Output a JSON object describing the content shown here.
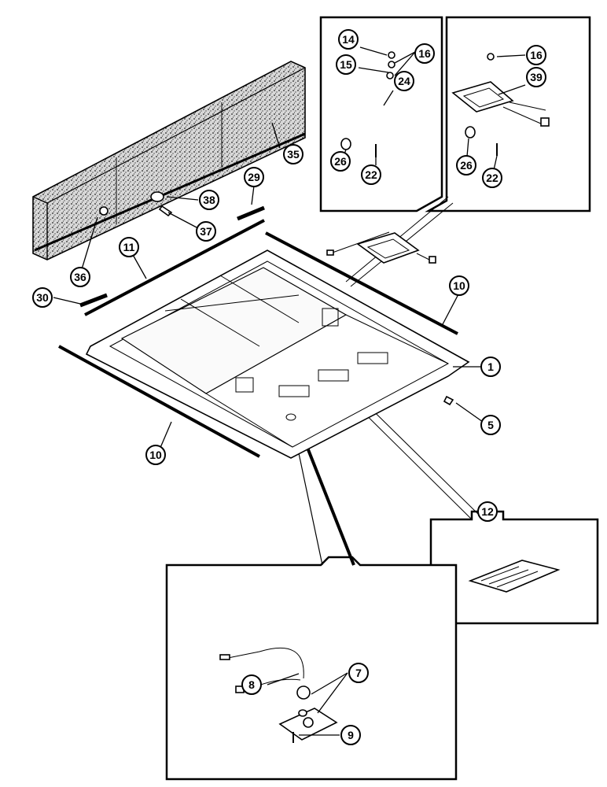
{
  "callouts": [
    {
      "id": "c14",
      "label": "14"
    },
    {
      "id": "c16a",
      "label": "16"
    },
    {
      "id": "c15",
      "label": "15"
    },
    {
      "id": "c24",
      "label": "24"
    },
    {
      "id": "c26a",
      "label": "26"
    },
    {
      "id": "c22a",
      "label": "22"
    },
    {
      "id": "c16b",
      "label": "16"
    },
    {
      "id": "c39",
      "label": "39"
    },
    {
      "id": "c26b",
      "label": "26"
    },
    {
      "id": "c22b",
      "label": "22"
    },
    {
      "id": "c35",
      "label": "35"
    },
    {
      "id": "c29",
      "label": "29"
    },
    {
      "id": "c38",
      "label": "38"
    },
    {
      "id": "c37",
      "label": "37"
    },
    {
      "id": "c11",
      "label": "11"
    },
    {
      "id": "c36",
      "label": "36"
    },
    {
      "id": "c30",
      "label": "30"
    },
    {
      "id": "c10a",
      "label": "10"
    },
    {
      "id": "c1",
      "label": "1"
    },
    {
      "id": "c5",
      "label": "5"
    },
    {
      "id": "c10b",
      "label": "10"
    },
    {
      "id": "c12",
      "label": "12"
    },
    {
      "id": "c7",
      "label": "7"
    },
    {
      "id": "c8",
      "label": "8"
    },
    {
      "id": "c9",
      "label": "9"
    }
  ]
}
